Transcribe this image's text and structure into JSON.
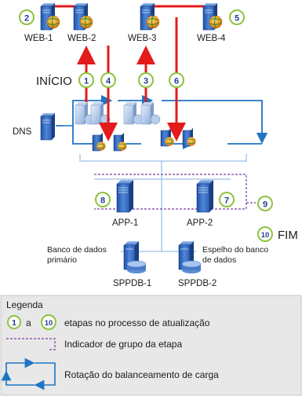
{
  "servers": {
    "web1": "WEB-1",
    "web2": "WEB-2",
    "web3": "WEB-3",
    "web4": "WEB-4",
    "dns": "DNS",
    "app1": "APP-1",
    "app2": "APP-2",
    "db1_caption_line1": "Banco de dados",
    "db1_caption_line2": "primário",
    "db1": "SPPDB-1",
    "db2_caption_line1": "Espelho do banco",
    "db2_caption_line2": "de dados",
    "db2": "SPPDB-2"
  },
  "labels": {
    "start": "INÍCIO",
    "end": "FIM"
  },
  "steps": {
    "s1": "1",
    "s2": "2",
    "s3": "3",
    "s4": "4",
    "s5": "5",
    "s6": "6",
    "s7": "7",
    "s8": "8",
    "s9": "9",
    "s10": "10"
  },
  "legend": {
    "title": "Legenda",
    "range_from": "1",
    "range_word": "a",
    "range_to": "10",
    "range_text": "etapas no processo de atualização",
    "group_text": "Indicador de grupo da etapa",
    "rotation_text": "Rotação do balanceamento de carga"
  },
  "colors": {
    "arrow_red": "#e41b1b",
    "rotation_blue": "#1f74c4",
    "step_ring": "#8cc43f",
    "group_purple": "#7a3b9c",
    "legend_bg": "#e8e8e8"
  },
  "icons": [
    "web-server-globe-icon",
    "dns-server-icon",
    "load-balancer-icon",
    "app-server-icon",
    "database-server-icon"
  ]
}
